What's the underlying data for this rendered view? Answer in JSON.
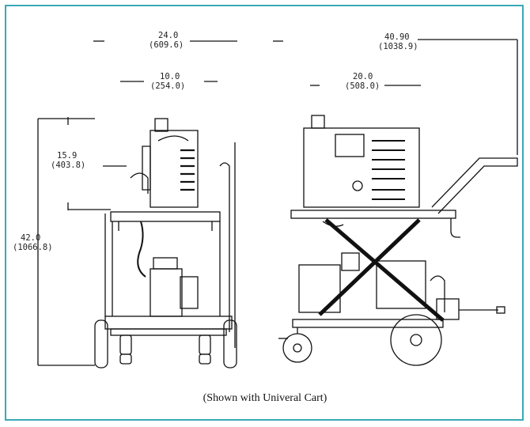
{
  "dimensions": {
    "overall_width": "24.0",
    "overall_width_mm": "(609.6)",
    "unit_depth": "10.0",
    "unit_depth_mm": "(254.0)",
    "unit_height": "15.9",
    "unit_height_mm": "(403.8)",
    "overall_height": "42.0",
    "overall_height_mm": "(1066.8)",
    "side_depth": "20.0",
    "side_depth_mm": "(508.0)",
    "overall_length": "40.90",
    "overall_length_mm": "(1038.9)"
  },
  "caption": "(Shown with Univeral Cart)"
}
